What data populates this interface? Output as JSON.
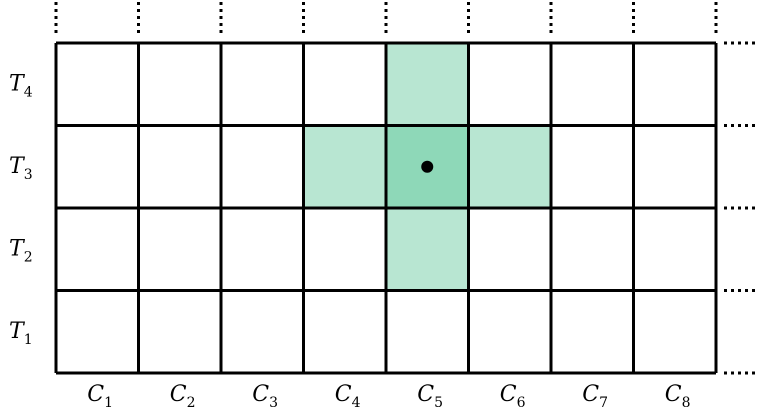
{
  "columns": [
    {
      "base": "C",
      "sub": "1"
    },
    {
      "base": "C",
      "sub": "2"
    },
    {
      "base": "C",
      "sub": "3"
    },
    {
      "base": "C",
      "sub": "4"
    },
    {
      "base": "C",
      "sub": "5"
    },
    {
      "base": "C",
      "sub": "6"
    },
    {
      "base": "C",
      "sub": "7"
    },
    {
      "base": "C",
      "sub": "8"
    }
  ],
  "rows_bottom_to_top": [
    {
      "base": "T",
      "sub": "1"
    },
    {
      "base": "T",
      "sub": "2"
    },
    {
      "base": "T",
      "sub": "3"
    },
    {
      "base": "T",
      "sub": "4"
    }
  ],
  "center_cell": {
    "column": 5,
    "row": 3
  },
  "neighbor_cells": [
    {
      "column": 4,
      "row": 3
    },
    {
      "column": 6,
      "row": 3
    },
    {
      "column": 5,
      "row": 2
    },
    {
      "column": 5,
      "row": 4
    }
  ],
  "colors": {
    "neighbor_fill": "#b8e6d2",
    "center_fill": "#8ed8b8",
    "grid_line": "#000000",
    "dot": "#000000"
  }
}
